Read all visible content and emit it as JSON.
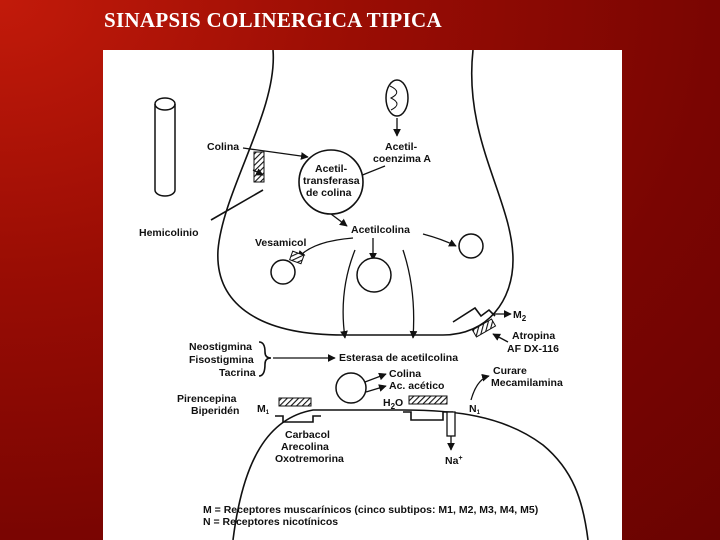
{
  "title": "SINAPSIS COLINERGICA TIPICA",
  "labels": {
    "colina_top": "Colina",
    "hemicolinio": "Hemicolinio",
    "acetil_coenzima": [
      "Acetil-",
      "coenzima A"
    ],
    "acetiltransferasa": [
      "Acetil-",
      "transferasa",
      "de colina"
    ],
    "acetilcolina": "Acetilcolina",
    "vesamicol": "Vesamicol",
    "m2": "M",
    "m2_sub": "2",
    "atropina": "Atropina",
    "af_dx": "AF DX-116",
    "neostigmina": "Neostigmina",
    "fisostigmina": "Fisostigmina",
    "tacrina": "Tacrina",
    "esterasa": "Esterasa de acetilcolina",
    "colina_bottom": "Colina",
    "ac_acetico": "Ac. acético",
    "curare": "Curare",
    "mecamilamina": "Mecamilamina",
    "pirencepina": "Pirencepina",
    "biperiden": "Biperidén",
    "m1": "M",
    "m1_sub": "1",
    "h2o": "H",
    "h2o_sub": "2",
    "h2o_tail": "O",
    "n1": "N",
    "n1_sub": "1",
    "carbacol": "Carbacol",
    "arecolina": "Arecolina",
    "oxotremorina": "Oxotremorina",
    "na": "Na",
    "na_sup": "+"
  },
  "legend": {
    "line1": "M = Receptores muscarínicos (cinco subtipos: M1, M2, M3, M4, M5)",
    "line2": "N = Receptores nicotínicos"
  }
}
